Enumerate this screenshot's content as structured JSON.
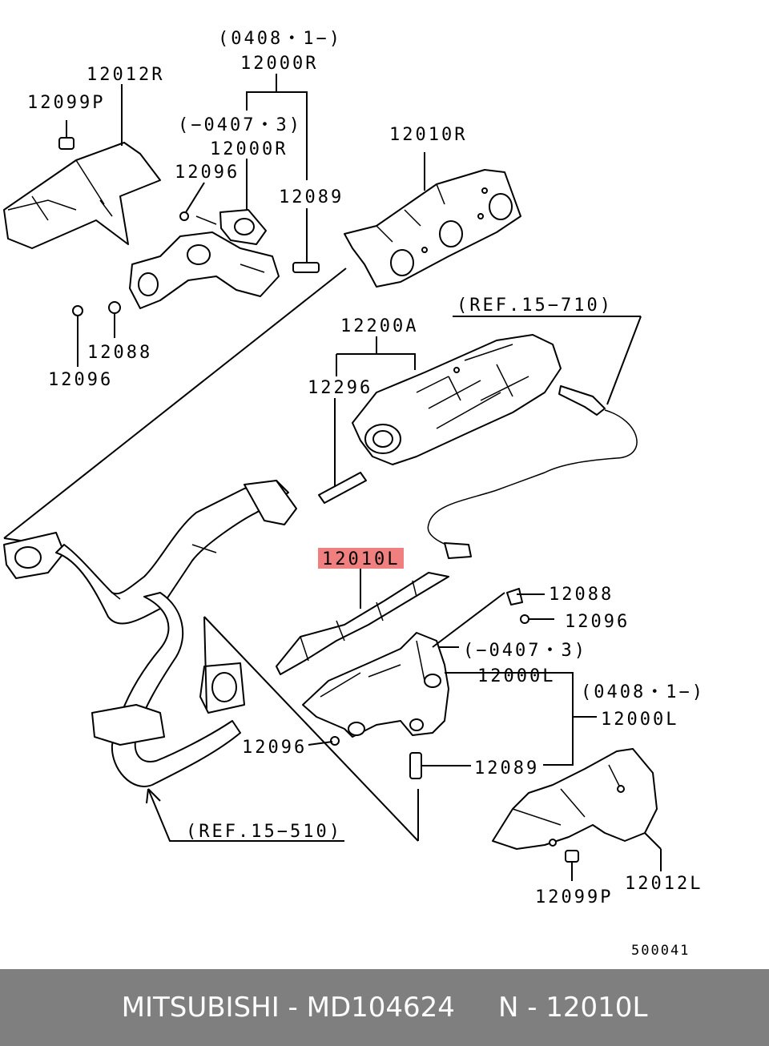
{
  "labels": {
    "l12012R": "12012R",
    "l12099P_top": "12099P",
    "l0408_top": "(0408・1−)",
    "l12000R_top": "12000R",
    "l0407_top": "(−0407・3)",
    "l12000R_mid": "12000R",
    "l12096_top": "12096",
    "l12089_top": "12089",
    "l12010R": "12010R",
    "l12088_top": "12088",
    "l12096_left": "12096",
    "lref710": "(REF.15−710)",
    "l12200A": "12200A",
    "l12296": "12296",
    "l12010L": "12010L",
    "l12088_right": "12088",
    "l12096_right": "12096",
    "l0407_bot": "(−0407・3)",
    "l12000L_a": "12000L",
    "l0408_bot": "(0408・1−)",
    "l12000L_b": "12000L",
    "l12096_bot": "12096",
    "l12089_bot": "12089",
    "lref510": "(REF.15−510)",
    "l12012L": "12012L",
    "l12099P_bot": "12099P",
    "code": "500041"
  },
  "highlight_color": "#f08080",
  "footer": {
    "text": "MITSUBISHI - MD104624     N - 12010L"
  }
}
